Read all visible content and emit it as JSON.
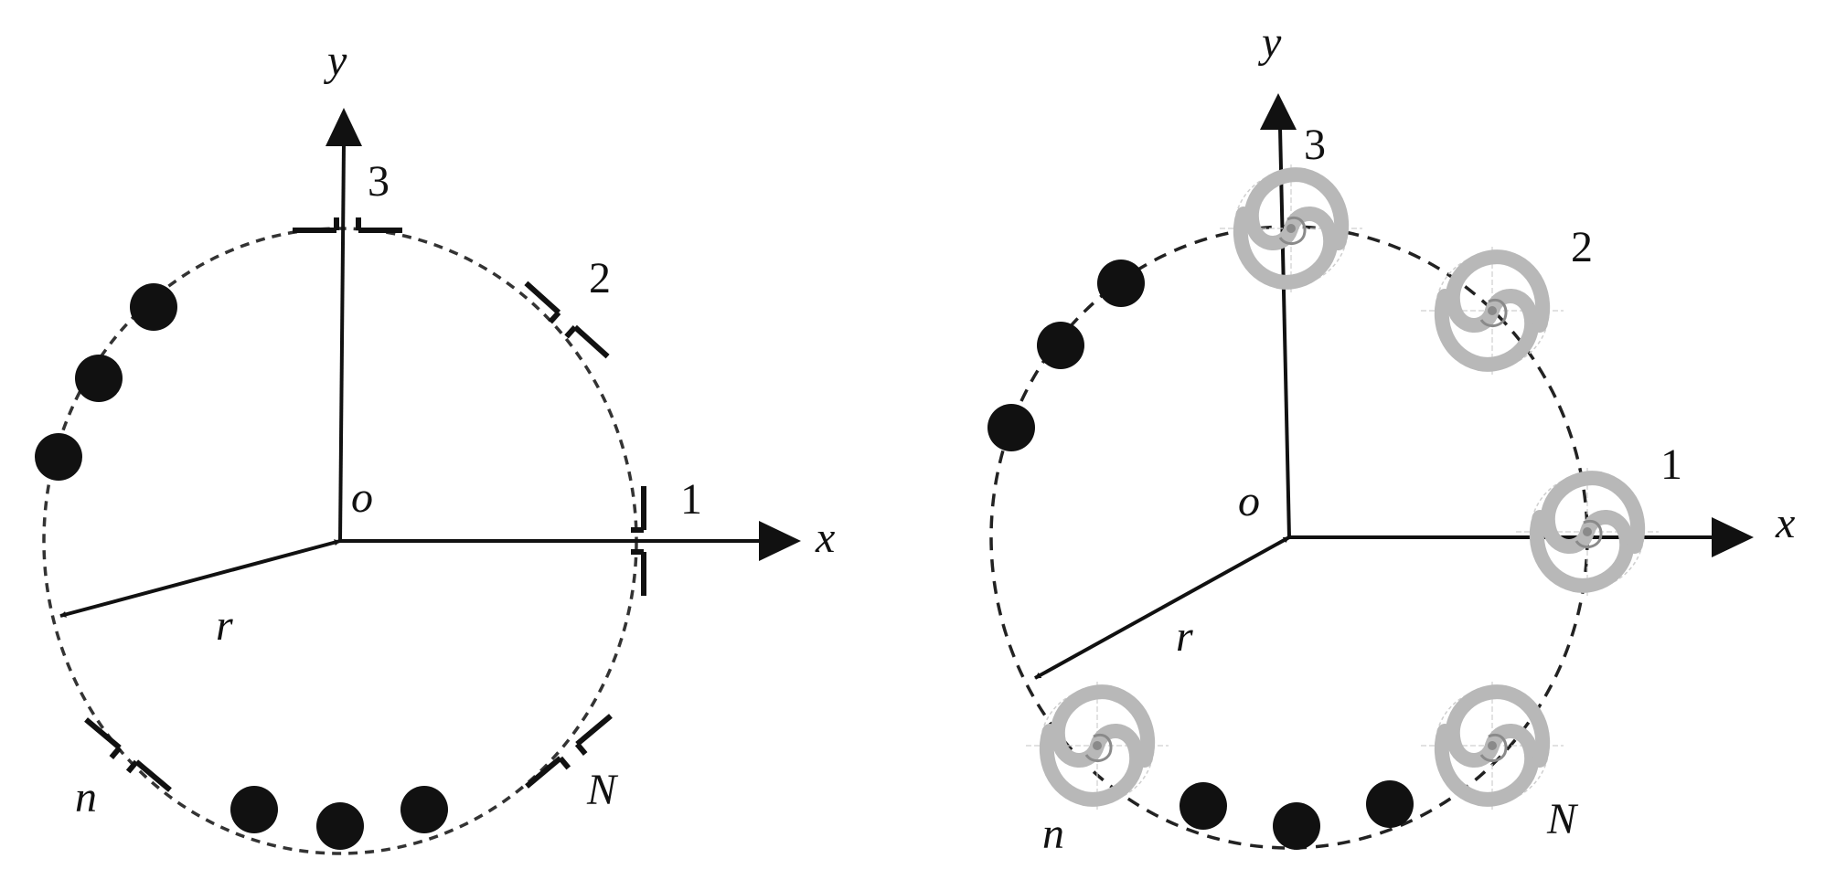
{
  "colors": {
    "ink": "#111111",
    "element_gray": "#b8b8b8",
    "element_dark": "#8a8a8a",
    "background": "#ffffff"
  },
  "left_panel": {
    "axis_x_label": "x",
    "axis_y_label": "y",
    "origin_label": "o",
    "radius_label": "r",
    "element_labels": {
      "e1": "1",
      "e2": "2",
      "e3": "3",
      "en": "n",
      "eN": "N"
    },
    "element_icon": "dipole-antenna-icon",
    "placeholder_icon": "filled-dot-icon"
  },
  "right_panel": {
    "axis_x_label": "x",
    "axis_y_label": "y",
    "origin_label": "o",
    "radius_label": "r",
    "element_labels": {
      "e1": "1",
      "e2": "2",
      "e3": "3",
      "en": "n",
      "eN": "N"
    },
    "element_icon": "spiral-antenna-icon",
    "placeholder_icon": "filled-dot-icon"
  }
}
